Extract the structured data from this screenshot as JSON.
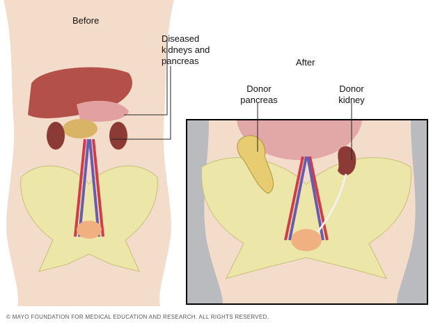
{
  "labels": {
    "before": "Before",
    "after": "After",
    "diseased": "Diseased kidneys and pancreas",
    "diseased_lines": [
      "Diseased",
      "kidneys and",
      "pancreas"
    ],
    "donor_pancreas_lines": [
      "Donor",
      "pancreas"
    ],
    "donor_kidney_lines": [
      "Donor",
      "kidney"
    ]
  },
  "copyright": "© MAYO FOUNDATION FOR MEDICAL EDUCATION AND RESEARCH. ALL RIGHTS RESERVED.",
  "colors": {
    "skin": "#f4dccb",
    "bone": "#ece6a8",
    "liver": "#b4504a",
    "kidney": "#8b3a36",
    "pancreas": "#e8cc72",
    "box_bg": "#b9bbbe",
    "artery": "#d23c4a",
    "vein": "#6a5ab0"
  }
}
